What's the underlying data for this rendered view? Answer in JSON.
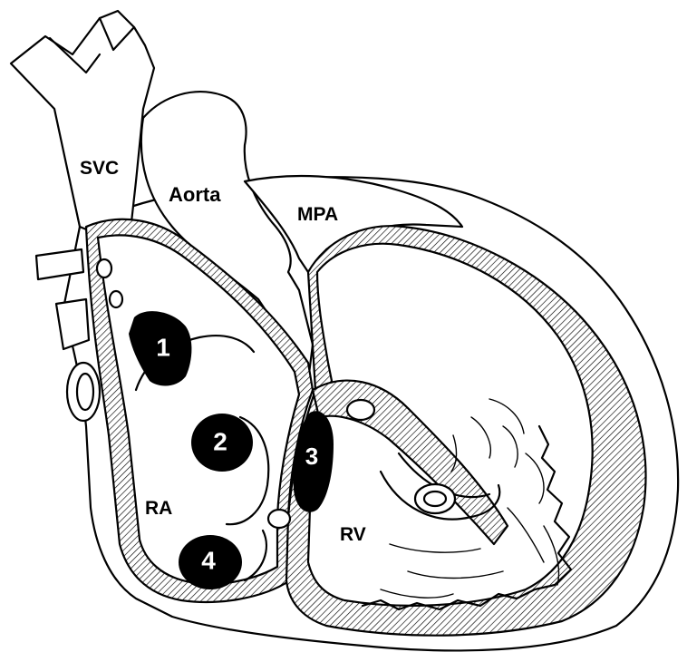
{
  "labels": {
    "svc": "SVC",
    "aorta": "Aorta",
    "mpa": "MPA",
    "ra": "RA",
    "rv": "RV"
  },
  "markers": [
    "1",
    "2",
    "3",
    "4"
  ],
  "colors": {
    "line": "#000000",
    "background": "#ffffff",
    "marker_fill": "#000000",
    "marker_text": "#ffffff"
  }
}
